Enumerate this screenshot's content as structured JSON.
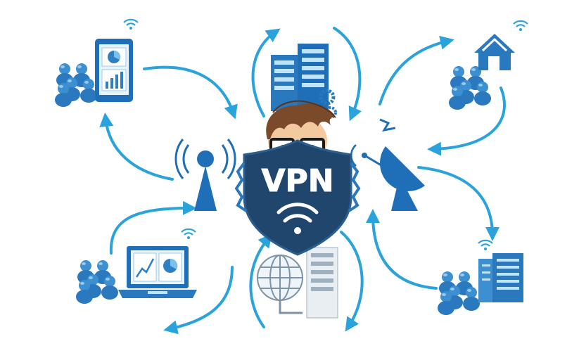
{
  "shield": {
    "label": "VPN"
  },
  "colors": {
    "arrow": "#2aa3dc",
    "dark": "#1f5b8c",
    "mid": "#3c8fd0",
    "light": "#bfe3f7",
    "navy": "#21466e",
    "hair": "#7a4a2a",
    "skin": "#f3c9a0"
  },
  "nodes": [
    {
      "id": "phone-users",
      "icons": [
        "users-icon",
        "smartphone-icon",
        "wifi-icon"
      ]
    },
    {
      "id": "home-users",
      "icons": [
        "users-icon",
        "house-icon",
        "wifi-icon"
      ]
    },
    {
      "id": "laptop-users",
      "icons": [
        "users-icon",
        "laptop-icon",
        "wifi-icon"
      ]
    },
    {
      "id": "office-users",
      "icons": [
        "users-icon",
        "building-icon",
        "wifi-icon"
      ]
    },
    {
      "id": "servers",
      "icons": [
        "server-rack-icon",
        "gear-icon"
      ]
    },
    {
      "id": "internet",
      "icons": [
        "globe-icon",
        "server-rack-icon"
      ]
    },
    {
      "id": "radio-tower",
      "icons": [
        "antenna-tower-icon"
      ]
    },
    {
      "id": "satellite-dish",
      "icons": [
        "satellite-dish-icon"
      ]
    }
  ]
}
